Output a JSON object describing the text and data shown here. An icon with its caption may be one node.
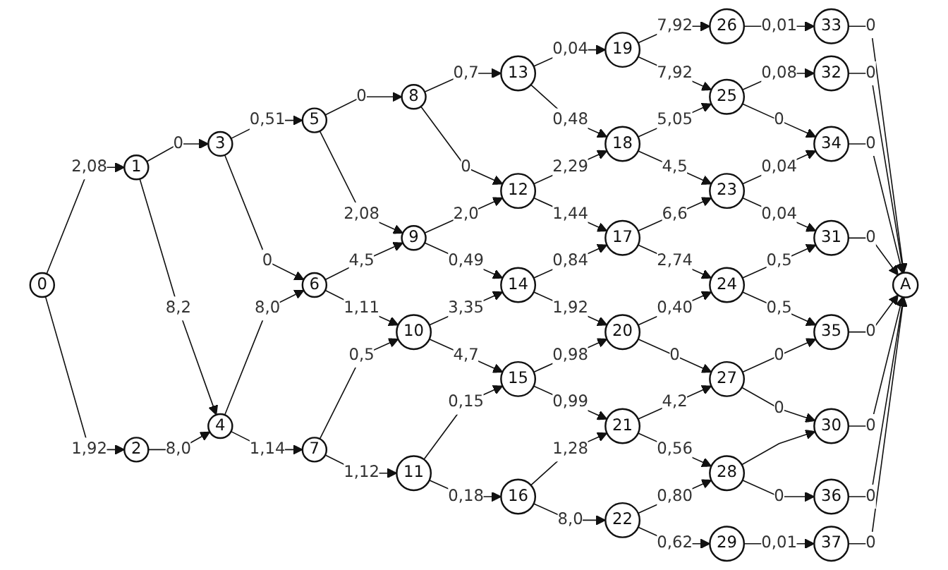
{
  "diagram": {
    "nodes": [
      {
        "text": [
          "0"
        ]
      },
      {
        "text": [
          "1"
        ]
      },
      {
        "text": [
          "2"
        ]
      },
      {
        "text": [
          "3"
        ]
      },
      {
        "text": [
          "4"
        ]
      },
      {
        "text": [
          "5"
        ]
      },
      {
        "text": [
          "6"
        ]
      },
      {
        "text": [
          "7"
        ]
      },
      {
        "text": [
          "8"
        ]
      },
      {
        "text": [
          "9"
        ]
      },
      {
        "text": [
          "10"
        ]
      },
      {
        "text": [
          "11"
        ]
      },
      {
        "text": [
          "12"
        ]
      },
      {
        "text": [
          "13"
        ]
      },
      {
        "text": [
          "14"
        ]
      },
      {
        "text": [
          "15"
        ]
      },
      {
        "text": [
          "16"
        ]
      },
      {
        "text": [
          "17"
        ]
      },
      {
        "text": [
          "18"
        ]
      },
      {
        "text": [
          "19"
        ]
      },
      {
        "text": [
          "20"
        ]
      },
      {
        "text": [
          "21"
        ]
      },
      {
        "text": [
          "22"
        ]
      },
      {
        "text": [
          "23"
        ]
      },
      {
        "text": [
          "24"
        ]
      },
      {
        "text": [
          "25"
        ]
      },
      {
        "text": [
          "26"
        ]
      },
      {
        "text": [
          "27"
        ]
      },
      {
        "text": [
          "28"
        ]
      },
      {
        "text": [
          "29"
        ]
      },
      {
        "text": [
          "30"
        ]
      },
      {
        "text": [
          "31"
        ]
      },
      {
        "text": [
          "32"
        ]
      },
      {
        "text": [
          "33"
        ]
      },
      {
        "text": [
          "34"
        ]
      },
      {
        "text": [
          "35"
        ]
      },
      {
        "text": [
          "36"
        ]
      },
      {
        "text": [
          "37"
        ]
      },
      {
        "text": [
          "A"
        ]
      }
    ],
    "edges": [
      {
        "from": 0,
        "to": 1,
        "arrow": "to",
        "label": "2,08"
      },
      {
        "from": 0,
        "to": 2,
        "arrow": "to",
        "label": "1,92"
      },
      {
        "from": 1,
        "to": 3,
        "arrow": "to",
        "label": "0"
      },
      {
        "from": 1,
        "to": 4,
        "arrow": "to",
        "label": "8,2"
      },
      {
        "from": 2,
        "to": 4,
        "arrow": "to",
        "label": "8,0"
      },
      {
        "from": 3,
        "to": 5,
        "arrow": "to",
        "label": "0,51"
      },
      {
        "from": 3,
        "to": 6,
        "arrow": "to",
        "label": "0"
      },
      {
        "from": 4,
        "to": 6,
        "arrow": "to",
        "label": "8,0"
      },
      {
        "from": 4,
        "to": 7,
        "arrow": "to",
        "label": "1,14"
      },
      {
        "from": 5,
        "to": 8,
        "arrow": "to",
        "label": "0"
      },
      {
        "from": 5,
        "to": 9,
        "arrow": "to",
        "label": "2,08"
      },
      {
        "from": 6,
        "to": 9,
        "arrow": "to",
        "label": "4,5"
      },
      {
        "from": 6,
        "to": 10,
        "arrow": "to",
        "label": "1,11"
      },
      {
        "from": 7,
        "to": 10,
        "arrow": "to",
        "label": "0,5"
      },
      {
        "from": 7,
        "to": 11,
        "arrow": "to",
        "label": "1,12"
      },
      {
        "from": 8,
        "to": 13,
        "arrow": "to",
        "label": "0,7"
      },
      {
        "from": 8,
        "to": 12,
        "arrow": "to",
        "label": "0"
      },
      {
        "from": 9,
        "to": 12,
        "arrow": "to",
        "label": "2,0"
      },
      {
        "from": 9,
        "to": 14,
        "arrow": "to",
        "label": "0,49"
      },
      {
        "from": 10,
        "to": 14,
        "arrow": "to",
        "label": "3,35"
      },
      {
        "from": 10,
        "to": 15,
        "arrow": "to",
        "label": "4,7"
      },
      {
        "from": 11,
        "to": 15,
        "arrow": "to",
        "label": "0,15"
      },
      {
        "from": 11,
        "to": 16,
        "arrow": "to",
        "label": "0,18"
      },
      {
        "from": 13,
        "to": 19,
        "arrow": "to",
        "label": "0,04"
      },
      {
        "from": 13,
        "to": 18,
        "arrow": "to",
        "label": "0,48"
      },
      {
        "from": 12,
        "to": 18,
        "arrow": "to",
        "label": "2,29"
      },
      {
        "from": 12,
        "to": 17,
        "arrow": "to",
        "label": "1,44"
      },
      {
        "from": 14,
        "to": 17,
        "arrow": "to",
        "label": "0,84"
      },
      {
        "from": 14,
        "to": 20,
        "arrow": "to",
        "label": "1,92"
      },
      {
        "from": 15,
        "to": 20,
        "arrow": "to",
        "label": "0,98"
      },
      {
        "from": 15,
        "to": 21,
        "arrow": "to",
        "label": "0,99"
      },
      {
        "from": 16,
        "to": 21,
        "arrow": "to",
        "label": "1,28"
      },
      {
        "from": 16,
        "to": 22,
        "arrow": "to",
        "label": "8,0"
      },
      {
        "from": 19,
        "to": 26,
        "arrow": "to",
        "label": "7,92"
      },
      {
        "from": 19,
        "to": 25,
        "arrow": "to",
        "label": "7,92"
      },
      {
        "from": 18,
        "to": 25,
        "arrow": "to",
        "label": "5,05"
      },
      {
        "from": 18,
        "to": 23,
        "arrow": "to",
        "label": "4,5"
      },
      {
        "from": 17,
        "to": 23,
        "arrow": "to",
        "label": "6,6"
      },
      {
        "from": 17,
        "to": 24,
        "arrow": "to",
        "label": "2,74"
      },
      {
        "from": 20,
        "to": 24,
        "arrow": "to",
        "label": "0,40"
      },
      {
        "from": 20,
        "to": 27,
        "arrow": "to",
        "label": "0"
      },
      {
        "from": 21,
        "to": 27,
        "arrow": "to",
        "label": "4,2"
      },
      {
        "from": 21,
        "to": 28,
        "arrow": "to",
        "label": "0,56"
      },
      {
        "from": 22,
        "to": 28,
        "arrow": "to",
        "label": "0,80"
      },
      {
        "from": 22,
        "to": 29,
        "arrow": "to",
        "label": "0,62"
      },
      {
        "from": 26,
        "to": 33,
        "arrow": "to",
        "label": "0,01"
      },
      {
        "from": 25,
        "to": 32,
        "arrow": "to",
        "label": "0,08"
      },
      {
        "from": 25,
        "to": 34,
        "arrow": "to",
        "label": "0"
      },
      {
        "from": 23,
        "to": 34,
        "arrow": "to",
        "label": "0,04"
      },
      {
        "from": 23,
        "to": 31,
        "arrow": "to",
        "label": "0,04"
      },
      {
        "from": 24,
        "to": 31,
        "arrow": "to",
        "label": "0,5"
      },
      {
        "from": 24,
        "to": 35,
        "arrow": "to",
        "label": "0,5"
      },
      {
        "from": 27,
        "to": 35,
        "arrow": "to",
        "label": "0"
      },
      {
        "from": 27,
        "to": 30,
        "arrow": "to",
        "label": "0"
      },
      {
        "from": 28,
        "to": 30,
        "arrow": "to"
      },
      {
        "from": 28,
        "to": 36,
        "arrow": "to",
        "label": "0"
      },
      {
        "from": 29,
        "to": 37,
        "arrow": "to",
        "label": "0,01"
      },
      {
        "from": 33,
        "to": 38,
        "arrow": "to",
        "label": "0"
      },
      {
        "from": 32,
        "to": 38,
        "arrow": "to",
        "label": "0"
      },
      {
        "from": 34,
        "to": 38,
        "arrow": "to",
        "label": "0"
      },
      {
        "from": 31,
        "to": 38,
        "arrow": "to",
        "label": "0"
      },
      {
        "from": 35,
        "to": 38,
        "arrow": "to",
        "label": "0"
      },
      {
        "from": 30,
        "to": 38,
        "arrow": "to",
        "label": "0"
      },
      {
        "from": 36,
        "to": 38,
        "arrow": "to",
        "label": "0"
      },
      {
        "from": 37,
        "to": 38,
        "arrow": "to",
        "label": "0"
      }
    ]
  }
}
